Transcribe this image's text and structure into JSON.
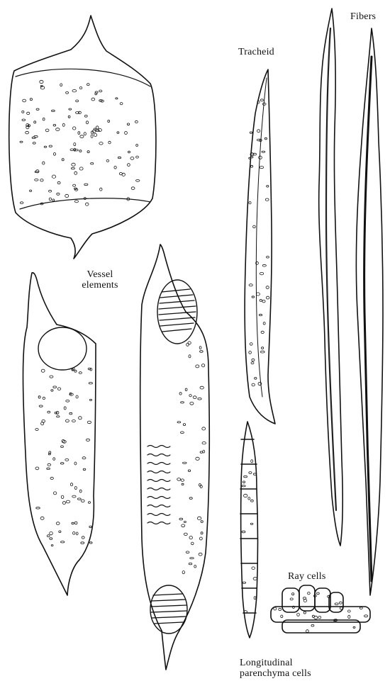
{
  "labels": {
    "fibers": "Fibers",
    "tracheid": "Tracheid",
    "vessel_line1": "Vessel",
    "vessel_line2": "elements",
    "ray": "Ray cells",
    "parenchyma_line1": "Longitudinal",
    "parenchyma_line2": "parenchyma cells"
  },
  "colors": {
    "ink": "#111111",
    "paper": "#ffffff"
  }
}
